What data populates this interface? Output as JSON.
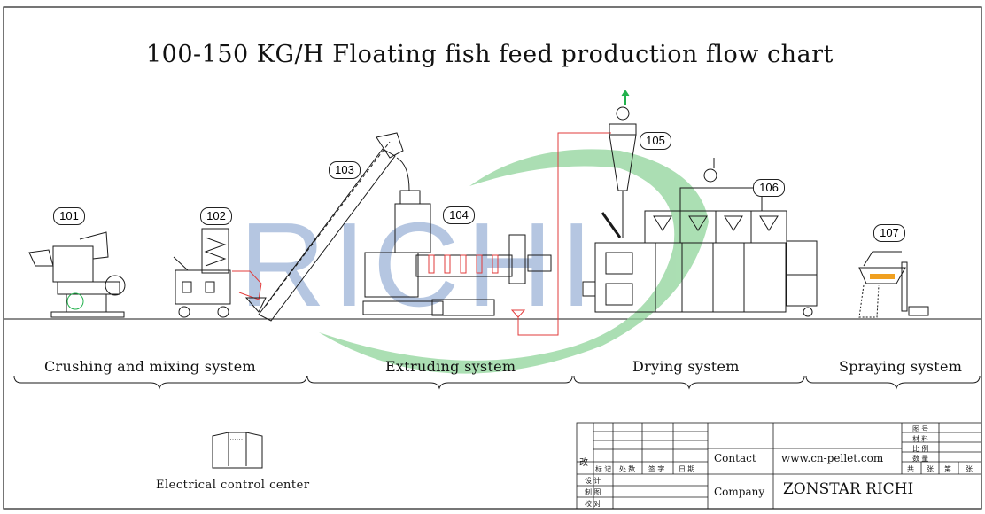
{
  "title": "100-150 KG/H Floating fish feed production flow chart",
  "equipment_numbers": [
    "101",
    "102",
    "103",
    "104",
    "105",
    "106",
    "107"
  ],
  "systems": [
    "Crushing and mixing system",
    "Extruding system",
    "Drying system",
    "Spraying system"
  ],
  "electrical_control_label": "Electrical control center",
  "title_block": {
    "contact_label": "Contact",
    "contact_value": "www.cn-pellet.com",
    "company_label": "Company",
    "company_value": "ZONSTAR RICHI",
    "rev_mark": "改",
    "header_cols": [
      "标 记",
      "处 数",
      "签 字",
      "日 期"
    ],
    "rows_left": [
      "设  计",
      "制  图",
      "校  对"
    ],
    "right_labels": [
      "图 号",
      "材 料",
      "比 例",
      "数 量"
    ],
    "sheet_labels": [
      "共",
      "张",
      "第",
      "张"
    ]
  },
  "watermark": {
    "text": "RICHI",
    "colors": {
      "letters": "#9db4d8",
      "swoosh": "#8fd49a"
    }
  },
  "colors": {
    "line": "#1a1a1a",
    "pipe": "#e23b3b",
    "fan_arrow": "#22b14c",
    "oil": "#f0a020"
  }
}
